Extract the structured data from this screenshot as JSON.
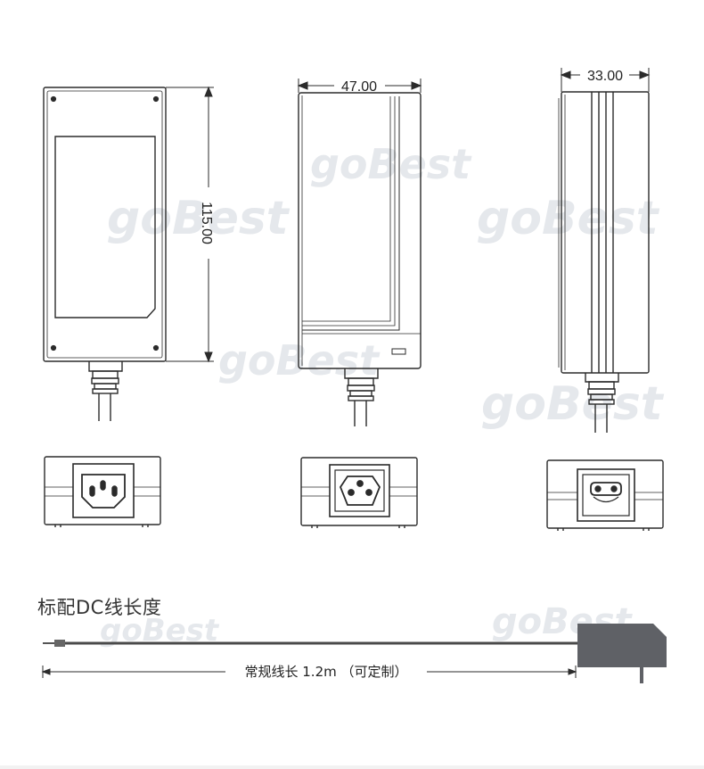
{
  "dimensions": {
    "height": "115.00",
    "width": "47.00",
    "depth": "33.00"
  },
  "cable_section": {
    "title": "标配DC线长度",
    "length_label": "常规线长 1.2m （可定制）"
  },
  "watermark": {
    "text": "goBest"
  },
  "colors": {
    "line": "#2b2b2b",
    "plug": "#5f6166",
    "watermark": "#dfe2e6"
  }
}
